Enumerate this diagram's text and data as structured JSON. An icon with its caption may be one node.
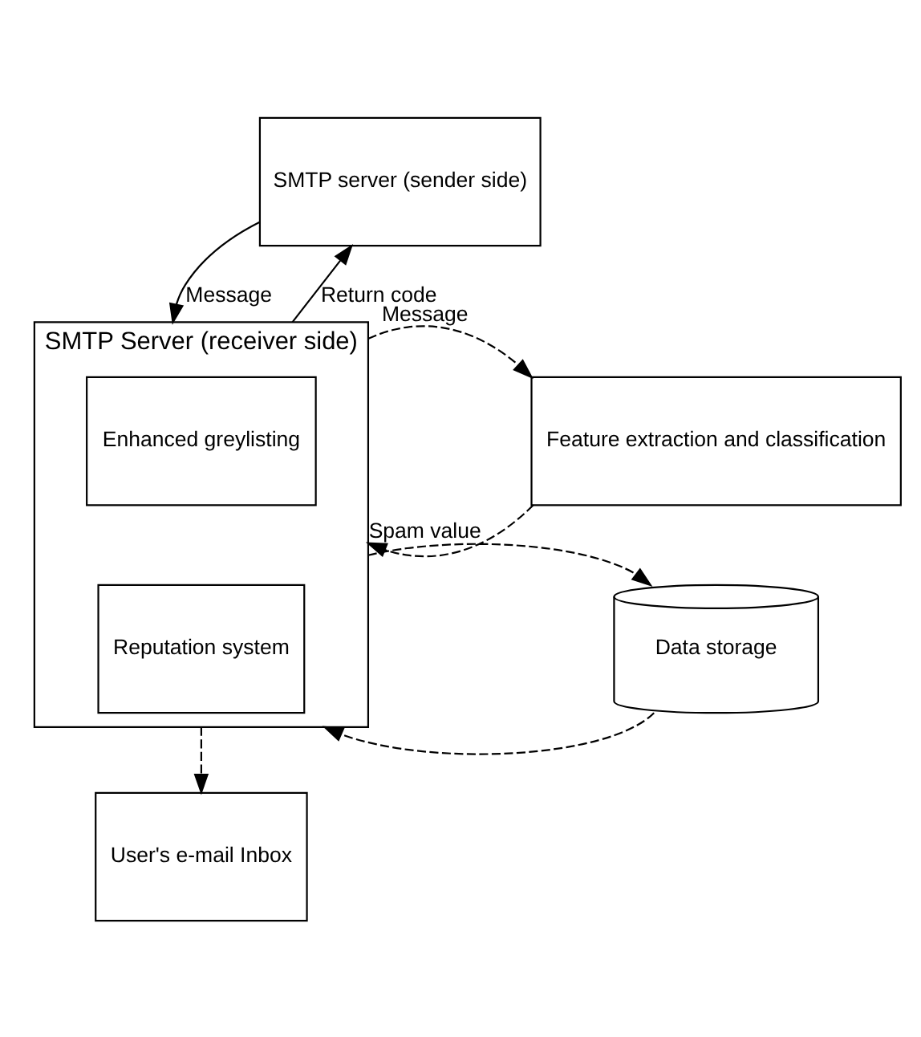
{
  "diagram": {
    "nodes": [
      {
        "text": [
          "SMTP server (sender side)"
        ]
      },
      {
        "text": [
          "SMTP Server (receiver side)"
        ]
      },
      {
        "text": [
          "Enhanced greylisting"
        ],
        "in": 1
      },
      {
        "text": [
          "Reputation system"
        ],
        "in": 1
      },
      {
        "text": [
          "Feature extraction and classification"
        ]
      },
      {
        "text": [
          "Data storage"
        ]
      },
      {
        "text": [
          "User's e-mail Inbox"
        ]
      }
    ],
    "edges": [
      {
        "from": 0,
        "to": 1,
        "arrow": "to",
        "label": "Message"
      },
      {
        "from": 1,
        "to": 0,
        "arrow": "to",
        "label": "Return code"
      },
      {
        "from": 1,
        "to": 4,
        "arrow": "to",
        "label": "Message",
        "style": "dashed"
      },
      {
        "from": 4,
        "to": 1,
        "arrow": "to",
        "label": "Spam value",
        "style": "dashed"
      },
      {
        "from": 1,
        "to": 5,
        "arrow": "to",
        "style": "dashed"
      },
      {
        "from": 5,
        "to": 1,
        "arrow": "to",
        "style": "dashed"
      },
      {
        "from": 1,
        "to": 6,
        "arrow": "to",
        "style": "dashed"
      }
    ]
  }
}
